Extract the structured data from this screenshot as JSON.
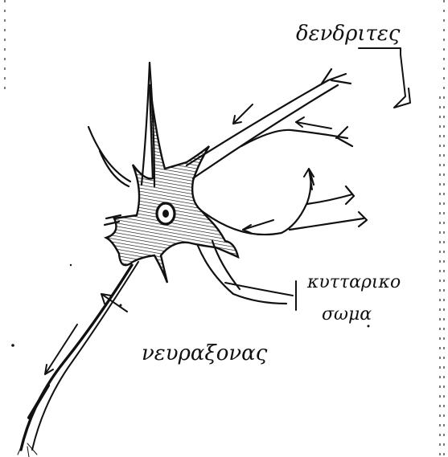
{
  "diagram": {
    "labels": {
      "dendrites": "δενδριτες",
      "cell_body_line1": "κυτταρικο",
      "cell_body_line2": "σωμα",
      "axon": "νευραξονας"
    }
  }
}
